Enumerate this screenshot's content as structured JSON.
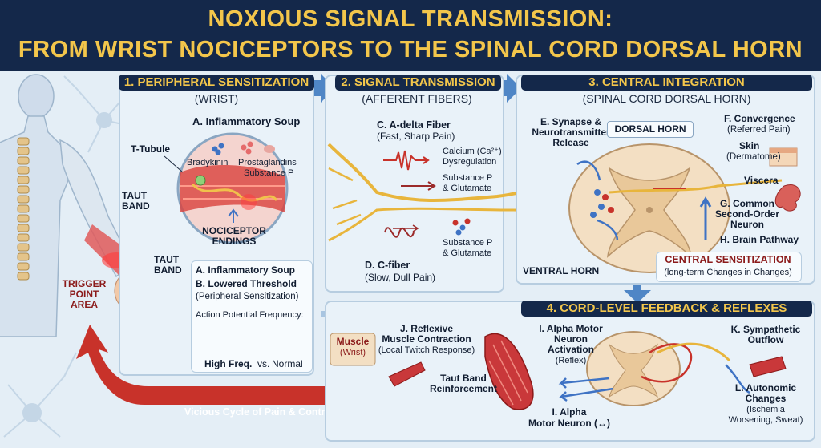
{
  "title": {
    "line1": "NOXIOUS SIGNAL TRANSMISSION:",
    "line2": "FROM WRIST NOCICEPTORS TO THE SPINAL CORD DORSAL HORN"
  },
  "body_labels": {
    "taut_band_left": "TAUT BAND",
    "taut_band_wrist": "TAUT BAND",
    "trigger_point": "TRIGGER POINT AREA",
    "vicious_cycle": "Vicious Cycle of Pain & Contraction"
  },
  "panel1": {
    "heading": "1. PERIPHERAL SENSITIZATION",
    "subheading": "(WRIST)",
    "soup_title": "A. Inflammatory Soup",
    "t_tubule": "T-Tubule",
    "bradykinin": "Bradykinin",
    "prostaglandins": "Prostaglandins",
    "substance_p": "Substance P",
    "nociceptor_endings": "NOCICEPTOR ENDINGS",
    "box": {
      "line_a": "A. Inflammatory Soup",
      "line_b": "B. Lowered Threshold",
      "line_b_sub": "(Peripheral Sensitization)",
      "freq_title": "Action Potential Frequency:",
      "high_freq": "High Freq.",
      "vs": "vs.",
      "normal": "Normal"
    }
  },
  "panel2": {
    "heading": "2. SIGNAL TRANSMISSION",
    "subheading": "(AFFERENT FIBERS)",
    "a_delta_title": "C. A-delta Fiber",
    "a_delta_sub": "(Fast, Sharp Pain)",
    "calcium": "Calcium (Ca²⁺)",
    "dysregulation": "Dysregulation",
    "subp_glut_1a": "Substance P",
    "subp_glut_1b": "& Glutamate",
    "subp_glut_2a": "Substance P",
    "subp_glut_2b": "& Glutamate",
    "c_fiber_title": "D. C-fiber",
    "c_fiber_sub": "(Slow, Dull Pain)"
  },
  "panel3": {
    "heading": "3. CENTRAL INTEGRATION",
    "subheading": "(SPINAL CORD DORSAL HORN)",
    "synapse_1": "E. Synapse &",
    "synapse_2": "Neurotransmitter",
    "synapse_3": "Release",
    "dorsal_horn": "DORSAL HORN",
    "ventral_horn": "VENTRAL HORN",
    "convergence": "F. Convergence",
    "referred_pain": "(Referred Pain)",
    "skin": "Skin",
    "dermatome": "(Dermatome)",
    "viscera": "Viscera",
    "common_1": "G. Common",
    "common_2": "Second-Order",
    "common_3": "Neuron",
    "brain_pathway": "H. Brain Pathway",
    "central_sens": "CENTRAL SENSITIZATION",
    "central_sens_sub": "(long-term Changes in Changes)"
  },
  "panel4": {
    "heading": "4. CORD-LEVEL FEEDBACK & REFLEXES",
    "muscle": "Muscle",
    "muscle_sub": "(Wrist)",
    "reflexive_1": "J. Reflexive",
    "reflexive_2": "Muscle Contraction",
    "reflexive_3": "(Local Twitch Response)",
    "taut_reinf_1": "Taut Band",
    "taut_reinf_2": "Reinforcement",
    "alpha_act_1": "I. Alpha Motor",
    "alpha_act_2": "Neuron",
    "alpha_act_3": "Activation",
    "alpha_act_4": "(Reflex)",
    "alpha_mn_1": "I. Alpha",
    "alpha_mn_2": "Motor Neuron (↔)",
    "symp_1": "K. Sympathetic",
    "symp_2": "Outflow",
    "auto_1": "L. Autonomic",
    "auto_2": "Changes",
    "auto_3": "(Ischemia",
    "auto_4": "Worsening, Sweat)"
  },
  "colors": {
    "navy": "#14284a",
    "gold": "#f3c64b",
    "panel_bg": "#e9f2f9",
    "flow_arrow": "#4f86c6",
    "cycle_arrow": "#c8322a",
    "muscle_red": "#c9383a",
    "nerve_yellow": "#e8b53c"
  }
}
